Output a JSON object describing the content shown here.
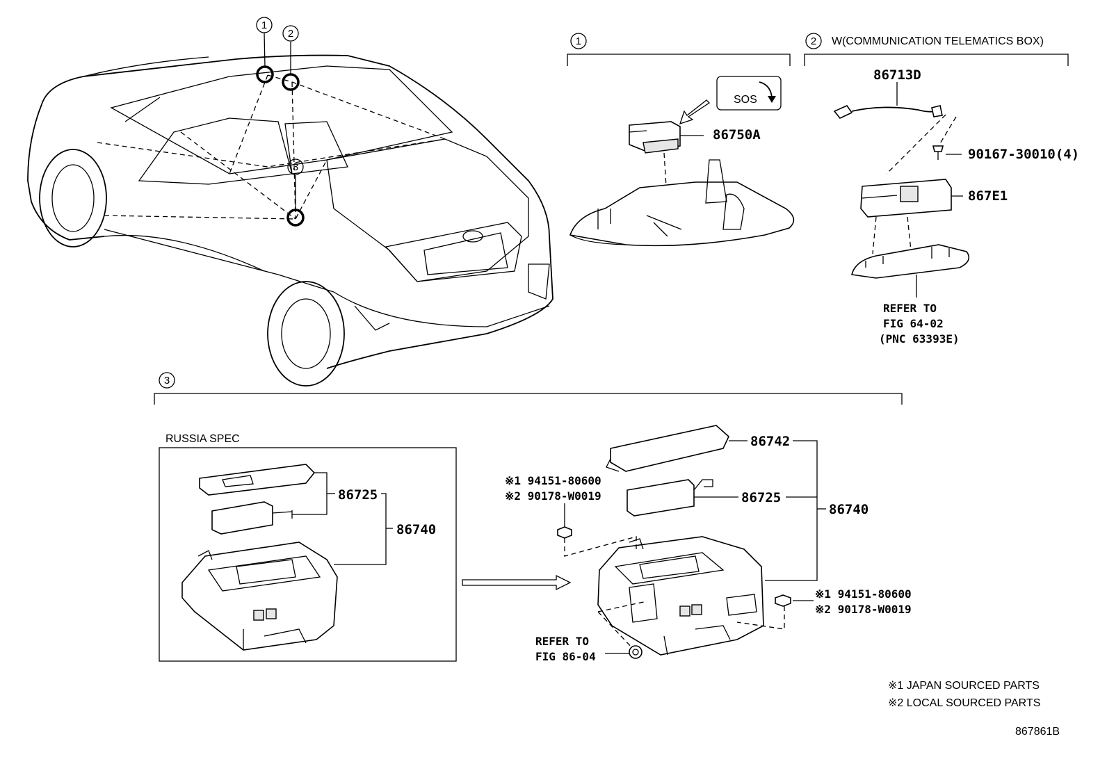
{
  "callouts": {
    "c1": "1",
    "c2": "2",
    "c3": "3"
  },
  "section1": {
    "sos_label": "SOS",
    "part": "86750A"
  },
  "section2": {
    "title": "W(COMMUNICATION TELEMATICS BOX)",
    "parts": {
      "cable": "86713D",
      "screw": "90167-30010(4)",
      "box": "867E1"
    },
    "refer": [
      "REFER TO",
      "FIG 64-02",
      "(PNC 63393E)"
    ]
  },
  "section3": {
    "russia_spec": "RUSSIA SPEC",
    "russia_parts": {
      "battery": "86725",
      "assembly": "86740"
    },
    "main_parts": {
      "cover": "86742",
      "battery": "86725",
      "assembly": "86740"
    },
    "nut_left": [
      "※1 94151-80600",
      "※2 90178-W0019"
    ],
    "nut_right": [
      "※1 94151-80600",
      "※2 90178-W0019"
    ],
    "refer": [
      "REFER TO",
      "FIG 86-04"
    ]
  },
  "footnotes": [
    "※1 JAPAN SOURCED PARTS",
    "※2 LOCAL SOURCED PARTS"
  ],
  "figure_id": "867861B"
}
